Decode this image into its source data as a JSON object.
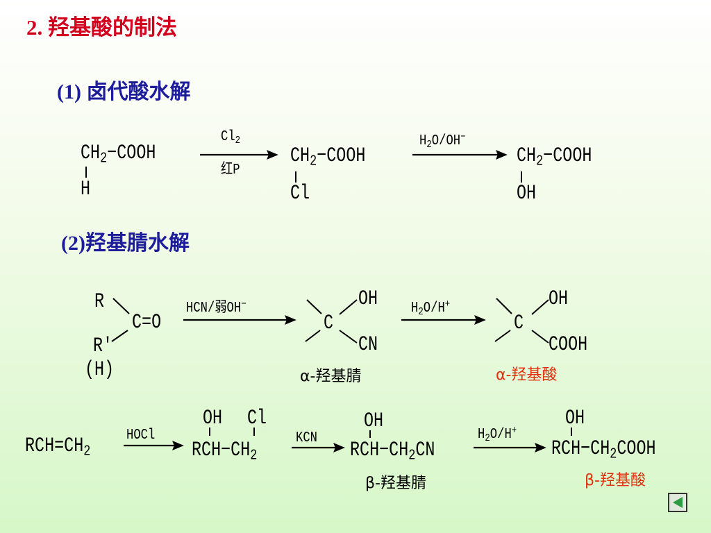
{
  "title": "2. 羟基酸的制法",
  "section1": {
    "heading": "(1) 卤代酸水解",
    "m1_top": "CH2−COOH",
    "m1_bot": "H",
    "arrow1_top": "Cl2",
    "arrow1_bot": "红P",
    "m2_top": "CH2−COOH",
    "m2_bot": "Cl",
    "arrow2_top": "H2O/OH−",
    "m3_top": "CH2−COOH",
    "m3_bot": "OH"
  },
  "section2": {
    "heading": "(2)羟基腈水解",
    "ketone_r": "R",
    "ketone_r2": "R'",
    "ketone_h": "(H)",
    "ketone_co": "C=O",
    "arrow1": "HCN/弱OH−",
    "nitrile_c": "C",
    "nitrile_oh": "OH",
    "nitrile_cn": "CN",
    "nitrile_name": "α-羟基腈",
    "arrow2": "H2O/H+",
    "acid_c": "C",
    "acid_oh": "OH",
    "acid_cooh": "COOH",
    "acid_name": "α-羟基酸"
  },
  "section3": {
    "alkene": "RCH=CH2",
    "arrow1": "HOCl",
    "halo_oh": "OH",
    "halo_cl": "Cl",
    "halo_main": "RCH−CH2",
    "arrow2": "KCN",
    "nitrile_oh": "OH",
    "nitrile_main": "RCH−CH2CN",
    "nitrile_name": "β-羟基腈",
    "arrow3": "H2O/H+",
    "acid_oh": "OH",
    "acid_main": "RCH−CH2COOH",
    "acid_name": "β-羟基酸"
  },
  "nav": {
    "icon": "back-triangle-icon",
    "border_color": "#333333",
    "fill_color": "#2a9d44"
  }
}
